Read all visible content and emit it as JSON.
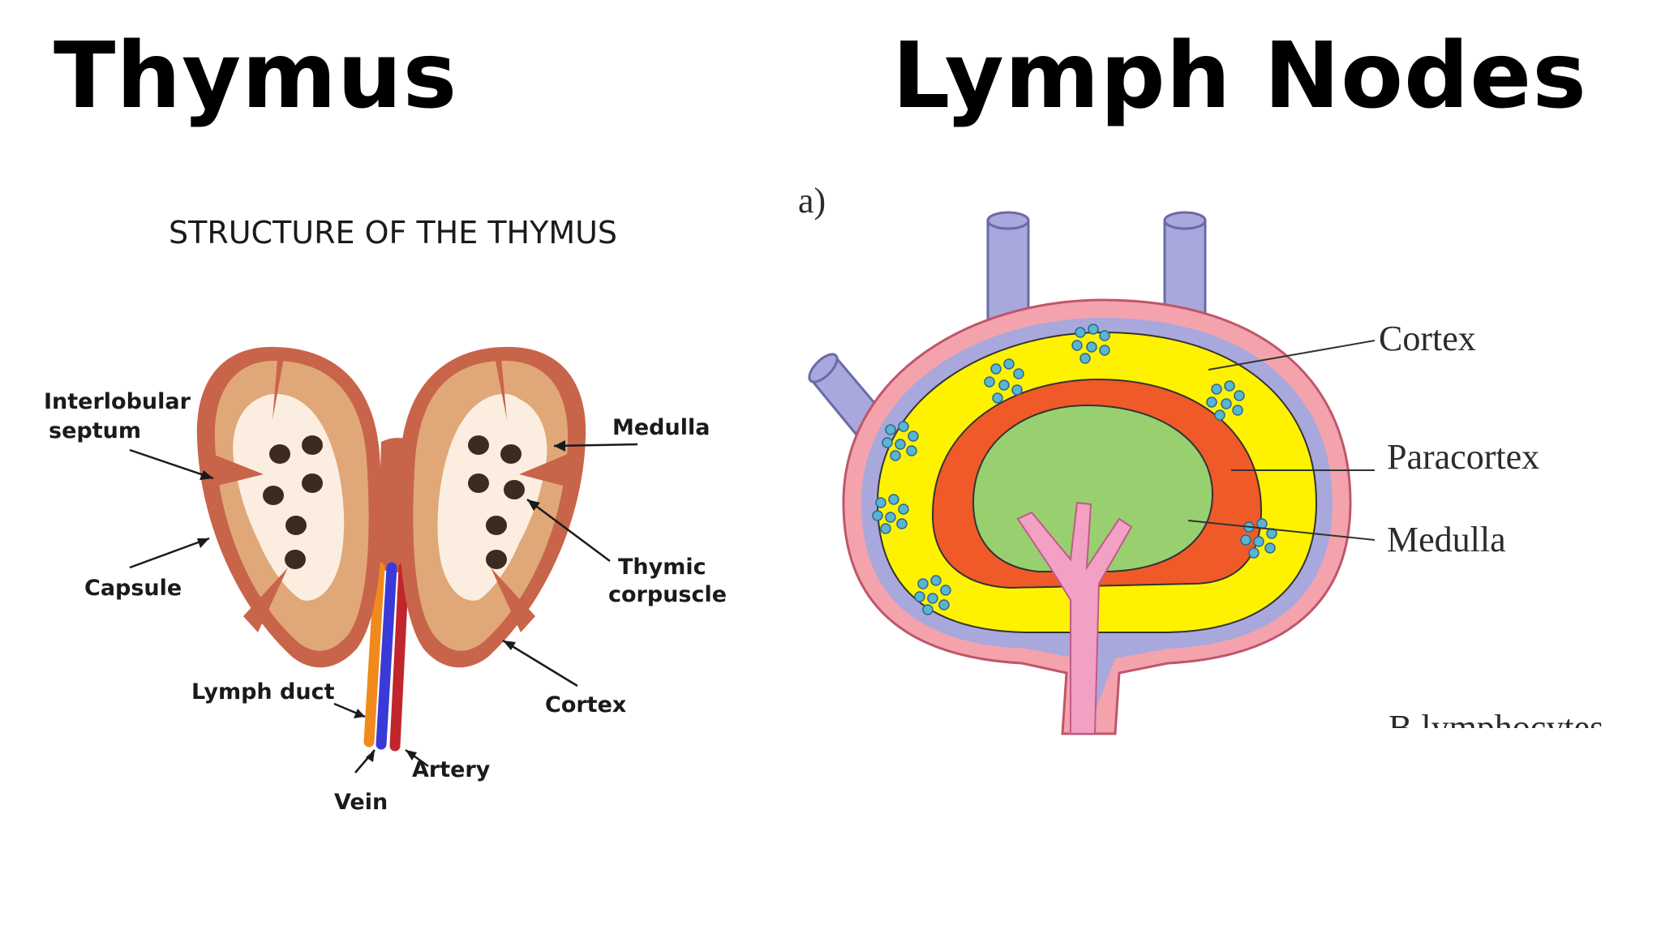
{
  "titles": {
    "left": "Thymus",
    "right": "Lymph Nodes"
  },
  "thymus": {
    "caption": "STRUCTURE OF THE THYMUS",
    "labels": {
      "interlobular_1": "Interlobular",
      "interlobular_2": "septum",
      "medulla": "Medulla",
      "thymic_1": "Thymic",
      "thymic_2": "corpuscle",
      "capsule": "Capsule",
      "cortex": "Cortex",
      "lymph_duct": "Lymph duct",
      "artery": "Artery",
      "vein": "Vein"
    },
    "colors": {
      "capsule": "#c8644a",
      "cortex": "#e0a878",
      "medulla": "#fbeee0",
      "corpuscle": "#3d2b22",
      "lymph_duct": "#f08a1c",
      "vein": "#3a3ad8",
      "artery": "#c0262c"
    }
  },
  "lymph_node": {
    "panel_letter": "a)",
    "labels": {
      "cortex": "Cortex",
      "paracortex": "Paracortex",
      "medulla": "Medulla",
      "b_lymphocytes": "B lymphocytes"
    },
    "colors": {
      "capsule": "#f4a3ad",
      "sinus": "#a8a8dc",
      "cortex": "#fff200",
      "paracortex": "#f05a28",
      "medulla": "#98d070",
      "vessel": "#f2a0c4",
      "follicle": "#5ab4d4"
    }
  }
}
